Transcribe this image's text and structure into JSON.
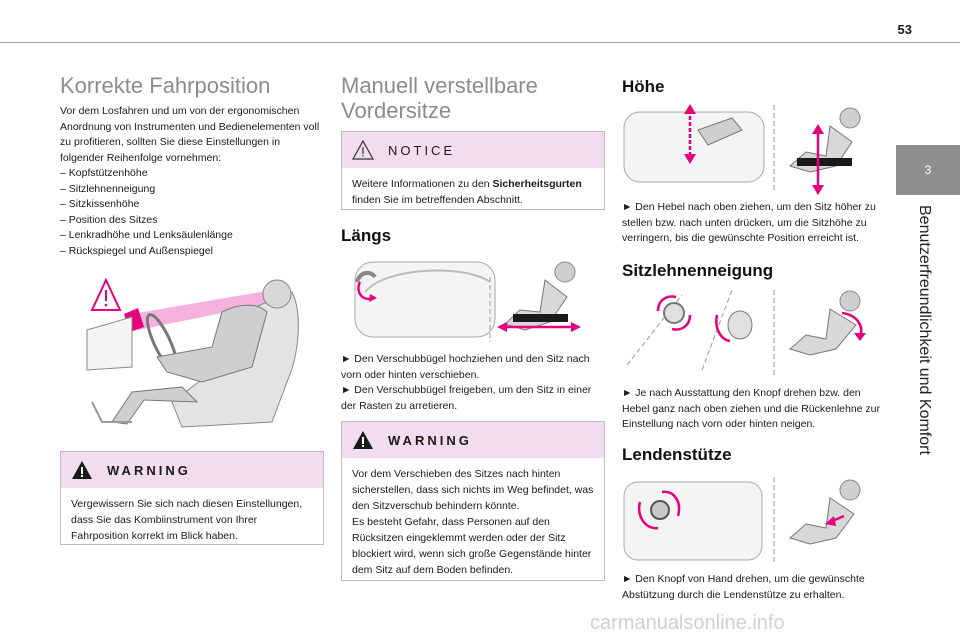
{
  "page": {
    "number": "53"
  },
  "side": {
    "tab_number": "3",
    "chapter_title": "Benutzerfreundlichkeit und Komfort"
  },
  "col1": {
    "title": "Korrekte Fahrposition",
    "intro": "Vor dem Losfahren und um von der ergonomischen Anordnung von Instrumenten und Bedienelementen voll zu profitieren, sollten Sie diese Einstellungen in folgender Reihenfolge vornehmen:",
    "items": [
      "– Kopfstützenhöhe",
      "– Sitzlehnenneigung",
      "– Sitzkissenhöhe",
      "– Position des Sitzes",
      "– Lenkradhöhe und Lenksäulenlänge",
      "– Rückspiegel und Außenspiegel"
    ],
    "warning_label": "WARNING",
    "warning_text": "Vergewissern Sie sich nach diesen Einstellungen, dass Sie das Kombiinstrument von Ihrer Fahrposition korrekt im Blick haben."
  },
  "col2": {
    "title_line1": "Manuell verstellbare",
    "title_line2": "Vordersitze",
    "notice_label": "NOTICE",
    "notice_pre": "Weitere Informationen zu den ",
    "notice_bold": "Sicherheitsgurten",
    "notice_post": " finden Sie im betreffenden Abschnitt.",
    "laengs_title": "Längs",
    "laengs_p1": "► Den Verschubbügel hochziehen und den Sitz nach vorn oder hinten verschieben.",
    "laengs_p2": "► Den Verschubbügel freigeben, um den Sitz in einer der Rasten zu arretieren.",
    "warning_label": "WARNING",
    "warning_text1": "Vor dem Verschieben des Sitzes nach hinten sicherstellen, dass sich nichts im Weg befindet, was den Sitzverschub behindern könnte.",
    "warning_text2": "Es besteht Gefahr, dass Personen auf den Rücksitzen eingeklemmt werden oder der Sitz blockiert wird, wenn sich große Gegenstände hinter dem Sitz auf dem Boden befinden."
  },
  "col3": {
    "hoehe_title": "Höhe",
    "hoehe_text": "► Den Hebel nach oben ziehen, um den Sitz höher zu stellen bzw. nach unten drücken, um die Sitzhöhe zu verringern, bis die gewünschte Position erreicht ist.",
    "neigung_title": "Sitzlehnenneigung",
    "neigung_text": "► Je nach Ausstattung den Knopf drehen bzw. den Hebel ganz nach oben ziehen und die Rückenlehne zur Einstellung nach vorn oder hinten neigen.",
    "lenden_title": "Lendenstütze",
    "lenden_text": "► Den Knopf von Hand drehen, um die gewünschte Abstützung durch die Lendenstütze zu erhalten."
  },
  "watermark": "carmanualsonline.info",
  "colors": {
    "accent": "#e6007e",
    "box_header": "#f2dcef",
    "tab": "#8f8f8f"
  }
}
